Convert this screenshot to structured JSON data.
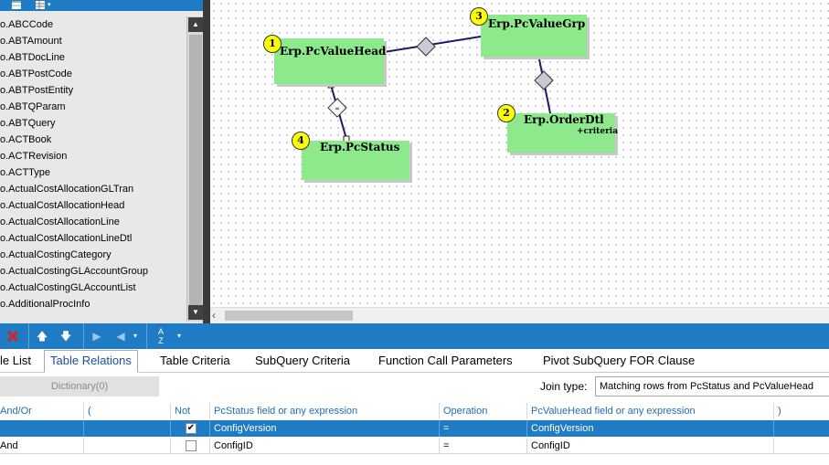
{
  "left_panel": {
    "tables": [
      "o.ABCCode",
      "o.ABTAmount",
      "o.ABTDocLine",
      "o.ABTPostCode",
      "o.ABTPostEntity",
      "o.ABTQParam",
      "o.ABTQuery",
      "o.ACTBook",
      "o.ACTRevision",
      "o.ACTType",
      "o.ActualCostAllocationGLTran",
      "o.ActualCostAllocationHead",
      "o.ActualCostAllocationLine",
      "o.ActualCostAllocationLineDtl",
      "o.ActualCostingCategory",
      "o.ActualCostingGLAccountGroup",
      "o.ActualCostingGLAccountList",
      "o.AdditionalProcInfo"
    ]
  },
  "diagram": {
    "entities": [
      {
        "id": "pcvaluehead",
        "title": "Erp.PcValueHead",
        "badge": "1",
        "subtitle": ""
      },
      {
        "id": "pcvaluegrp",
        "title": "Erp.PcValueGrp",
        "badge": "3",
        "subtitle": ""
      },
      {
        "id": "orderdtl",
        "title": "Erp.OrderDtl",
        "badge": "2",
        "subtitle": "+criteria"
      },
      {
        "id": "pcstatus",
        "title": "Erp.PcStatus",
        "badge": "4",
        "subtitle": ""
      }
    ]
  },
  "tabs": {
    "items": [
      "le List",
      "Table Relations",
      "Table Criteria",
      "SubQuery Criteria",
      "Function Call Parameters",
      "Pivot SubQuery FOR Clause"
    ],
    "active_index": 1
  },
  "options": {
    "dictionary_button": "Dictionary(0)",
    "join_type_label": "Join type:",
    "join_type_value": "Matching rows from PcStatus and PcValueHead"
  },
  "grid": {
    "headers": [
      "And/Or",
      "(",
      "Not",
      "PcStatus field or any expression",
      "Operation",
      "PcValueHead field or any expression",
      ")"
    ],
    "rows": [
      {
        "andor": "",
        "open": "",
        "not": true,
        "left_field": "ConfigVersion",
        "operation": "=",
        "right_field": "ConfigVersion",
        "close": "",
        "selected": true
      },
      {
        "andor": "And",
        "open": "",
        "not": false,
        "left_field": "ConfigID",
        "operation": "=",
        "right_field": "ConfigID",
        "close": "",
        "selected": false
      }
    ]
  },
  "colors": {
    "accent": "#1e7bc4",
    "entity_fill": "#8ee88c",
    "badge_fill": "#ffff00",
    "relation_line": "#1a1a6e"
  }
}
